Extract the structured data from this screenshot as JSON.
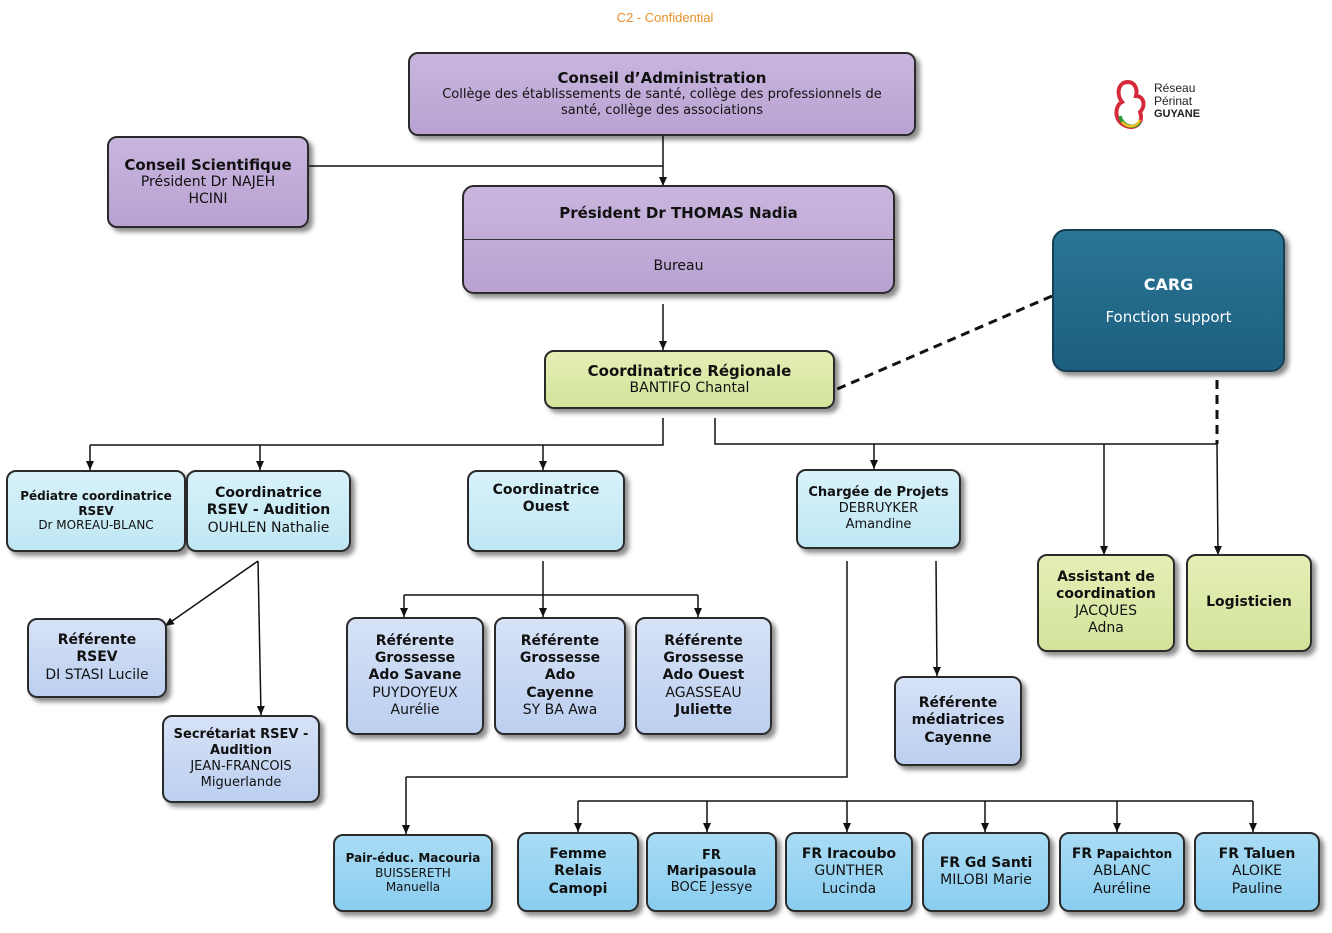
{
  "header": {
    "confidential": "C2 - Confidential"
  },
  "logo": {
    "line1": "Réseau",
    "line2": "Périnat",
    "line3": "GUYANE"
  },
  "colors": {
    "council": "#b9a2d2",
    "coordination": "#d3e39b",
    "pediatre": "#bfe7f4",
    "referente": "#bccff0",
    "relais": "#8acdf0",
    "carg": "#1c5f7e"
  },
  "nodes": {
    "conseil_admin": {
      "title": "Conseil d’Administration",
      "l1": "Collège des établissements de santé, collège des professionnels de",
      "l2": "santé, collège des associations"
    },
    "conseil_scientifique": {
      "l1": "Conseil Scientifique",
      "l2": "Président Dr NAJEH",
      "l3": "HCINI"
    },
    "president": {
      "title": "Président Dr THOMAS Nadia",
      "sub": "Bureau"
    },
    "carg": {
      "l1": "CARG",
      "l2": "Fonction support"
    },
    "coord_regionale": {
      "l1": "Coordinatrice Régionale",
      "l2": "BANTIFO Chantal"
    },
    "pediatre": {
      "l1": "Pédiatre coordinatrice",
      "l2": "RSEV",
      "l3": "Dr MOREAU-BLANC"
    },
    "coord_rsev": {
      "l1": "Coordinatrice",
      "l2": "RSEV - Audition",
      "l3": "OUHLEN Nathalie"
    },
    "coord_ouest": {
      "l1": "Coordinatrice",
      "l2": "Ouest"
    },
    "chargee_projets": {
      "l1": "Chargée de Projets",
      "l2": "DEBRUYKER",
      "l3": "Amandine"
    },
    "assistant": {
      "l1": "Assistant de",
      "l2": "coordination",
      "l3": "JACQUES",
      "l4": "Adna"
    },
    "logisticien": {
      "l1": "Logisticien"
    },
    "ref_rsev": {
      "l1": "Référente",
      "l2": "RSEV",
      "l3": "DI STASI Lucile"
    },
    "secretariat": {
      "l1": "Secrétariat RSEV -",
      "l2": "Audition",
      "l3": "JEAN-FRANCOIS",
      "l4": "Miguerlande"
    },
    "ref_savane": {
      "l1": "Référente",
      "l2": "Grossesse",
      "l3": "Ado Savane",
      "l4": "PUYDOYEUX",
      "l5": "Aurélie"
    },
    "ref_cayenne": {
      "l1": "Référente",
      "l2": "Grossesse",
      "l3": "Ado",
      "l4": "Cayenne",
      "l5": "SY BA Awa"
    },
    "ref_ouest": {
      "l1": "Référente",
      "l2": "Grossesse",
      "l3": "Ado Ouest",
      "l4": "AGASSEAU",
      "l5": "Juliette"
    },
    "ref_mediatrices": {
      "l1": "Référente",
      "l2": "médiatrices",
      "l3": "Cayenne"
    },
    "pair_educ": {
      "l1": "Pair-éduc. Macouria",
      "l2": "BUISSERETH",
      "l3": "Manuella"
    },
    "femme_relais": {
      "l1": "Femme",
      "l2": "Relais",
      "l3": "Camopi"
    },
    "fr_maripasoula": {
      "l1": "FR",
      "l2": "Maripasoula",
      "l3": "BOCE Jessye"
    },
    "fr_iracoubo": {
      "l1": "FR Iracoubo",
      "l2": "GUNTHER",
      "l3": "Lucinda"
    },
    "fr_gdsanti": {
      "l1": "FR Gd Santi",
      "l2": "MILOBI Marie"
    },
    "fr_papaichton": {
      "l1a": "FR",
      "l1b": "Papaichton",
      "l2": "ABLANC",
      "l3": "Auréline"
    },
    "fr_taluen": {
      "l1": "FR Taluen",
      "l2": "ALOIKE",
      "l3": "Pauline"
    }
  }
}
